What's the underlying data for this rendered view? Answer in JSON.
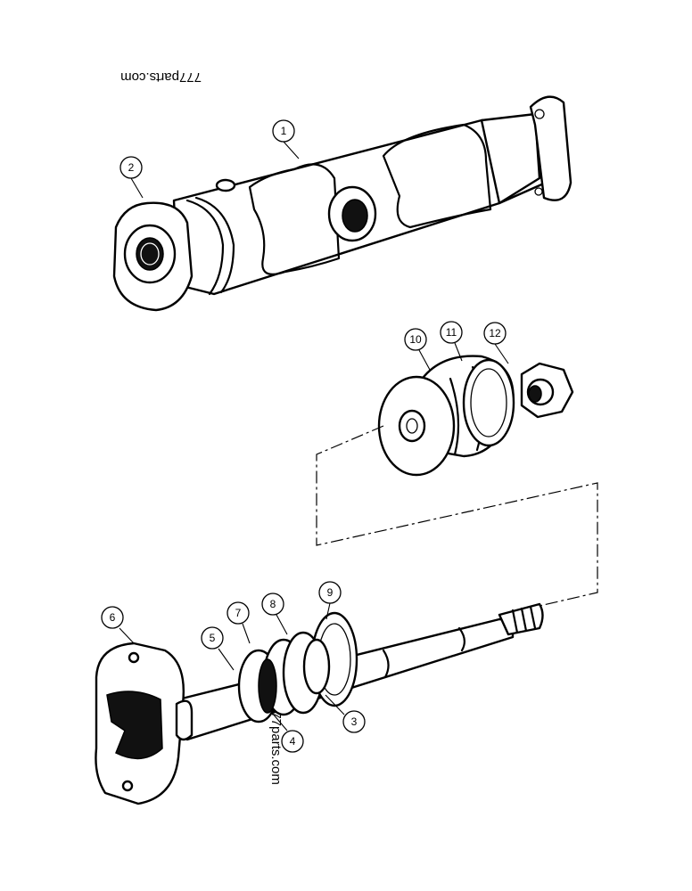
{
  "watermark_top": "777parts.com",
  "watermark_bottom": "777parts.com",
  "callouts": [
    "1",
    "2",
    "3",
    "4",
    "5",
    "6",
    "7",
    "8",
    "9",
    "10",
    "11",
    "12"
  ]
}
